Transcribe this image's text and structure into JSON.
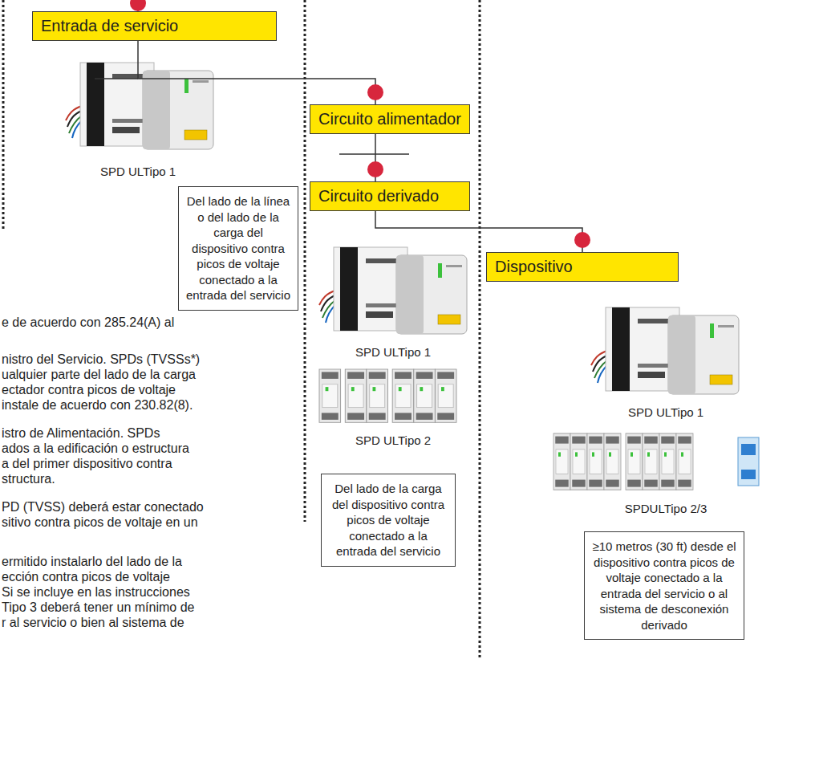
{
  "diagram": {
    "nodes": [
      {
        "text": [
          "Entrada de servicio"
        ]
      },
      {
        "text": [
          "Circuito alimentador"
        ]
      },
      {
        "text": [
          "Circuito derivado"
        ]
      },
      {
        "text": [
          "Dispositivo"
        ]
      },
      {
        "text": [
          "Del lado de la línea o del lado de la carga del dispositivo contra picos de voltaje conectado a la entrada del servicio"
        ]
      },
      {
        "text": [
          "Del lado de la carga del dispositivo contra picos de voltaje conectado a la entrada del servicio"
        ]
      },
      {
        "text": [
          "≥10 metros (30 ft) desde el dispositivo contra picos de voltaje conectado a la entrada del servicio o al sistema de desconexión derivado"
        ]
      }
    ],
    "edges": [
      {
        "from": 0,
        "to": 1,
        "arrow": "none"
      },
      {
        "from": 1,
        "to": 2,
        "arrow": "none"
      },
      {
        "from": 2,
        "to": 3,
        "arrow": "none"
      }
    ],
    "labels": [
      "SPD ULTipo 1",
      "e de acuerdo con 285.24(A) al",
      "nistro del Servicio. SPDs (TVSSs*)",
      "ualquier parte del lado de la carga",
      "ectador contra picos de voltaje",
      "instale de acuerdo con 230.82(8).",
      "istro de Alimentación. SPDs",
      "ados a la edificación o estructura",
      "a del primer dispositivo contra",
      "structura.",
      "PD (TVSS) deberá estar conectado",
      "sitivo contra picos de voltaje en un",
      "ermitido instalarlo del lado de la",
      "ección contra picos de voltaje",
      "Si se incluye en las instrucciones",
      "Tipo 3 deberá tener un mínimo de",
      "r al servicio o bien al sistema de",
      "SPD ULTipo 1",
      "SPD ULTipo 2",
      "SPD ULTipo 1",
      "SPDULTipo 2/3"
    ]
  }
}
